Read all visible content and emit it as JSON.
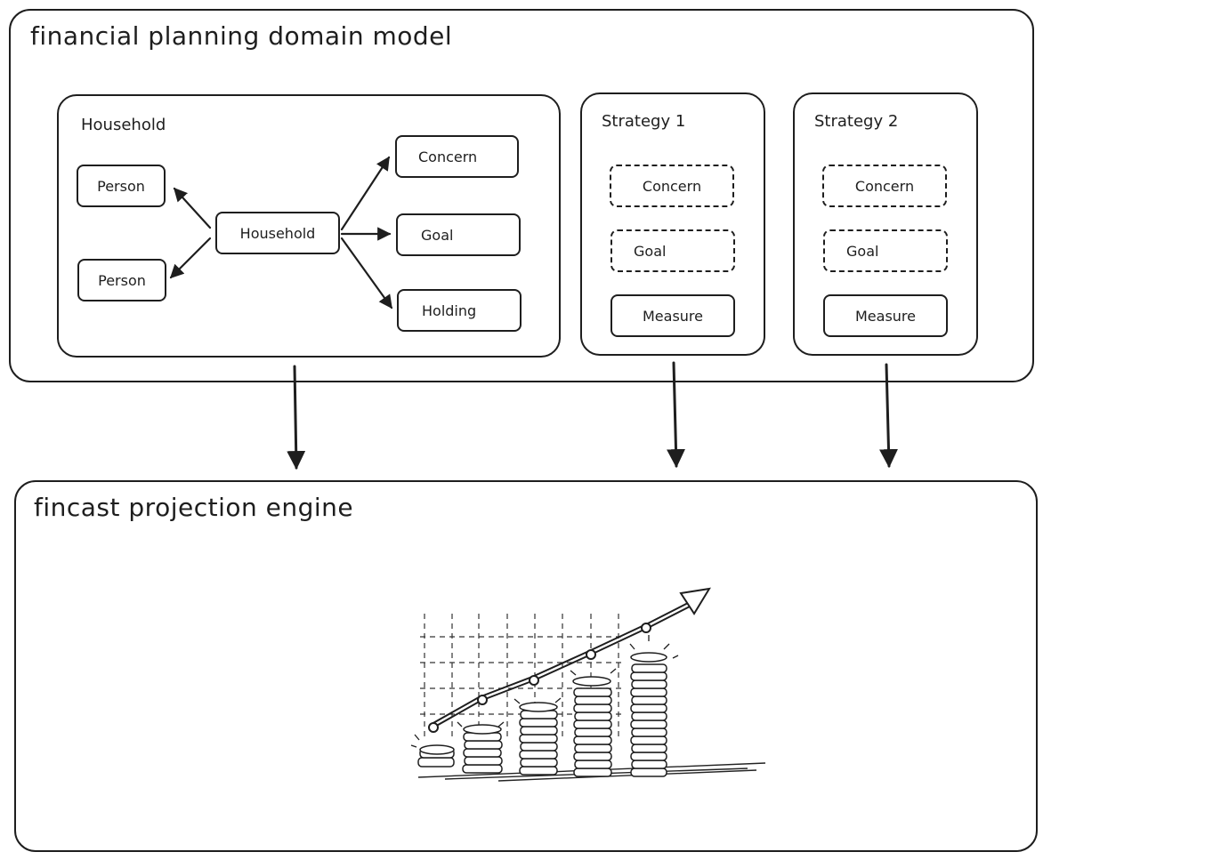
{
  "domain_model": {
    "title": "financial planning domain model",
    "household_group": {
      "title": "Household",
      "nodes": {
        "person_top": "Person",
        "person_bottom": "Person",
        "household": "Household",
        "concern": "Concern",
        "goal": "Goal",
        "holding": "Holding"
      }
    },
    "strategy_1": {
      "title": "Strategy 1",
      "concern": "Concern",
      "goal": "Goal",
      "measure": "Measure"
    },
    "strategy_2": {
      "title": "Strategy 2",
      "concern": "Concern",
      "goal": "Goal",
      "measure": "Measure"
    }
  },
  "projection_engine": {
    "title": "fincast projection engine",
    "illustration": "growth-chart-coins-illustration"
  }
}
